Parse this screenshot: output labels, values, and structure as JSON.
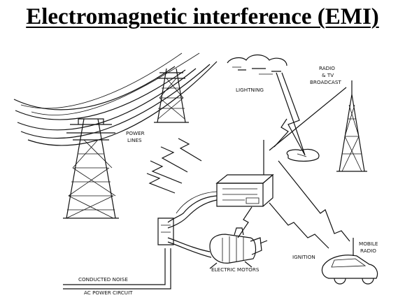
{
  "title": "Electromagnetic interference (EMI)",
  "labels": {
    "lightning": "LIGHTNING",
    "radio_line1": "RADIO",
    "radio_line2": "& TV",
    "radio_line3": "BROADCAST",
    "power_line1": "POWER",
    "power_line2": "LINES",
    "mobile_line1": "MOBILE",
    "mobile_line2": "RADIO",
    "ignition": "IGNITION",
    "electric_motors": "ELECTRIC MOTORS",
    "conducted_noise": "CONDUCTED NOISE",
    "ac_power_circuit": "AC POWER CIRCUIT"
  },
  "colors": {
    "ink": "#111111",
    "background": "#ffffff"
  }
}
